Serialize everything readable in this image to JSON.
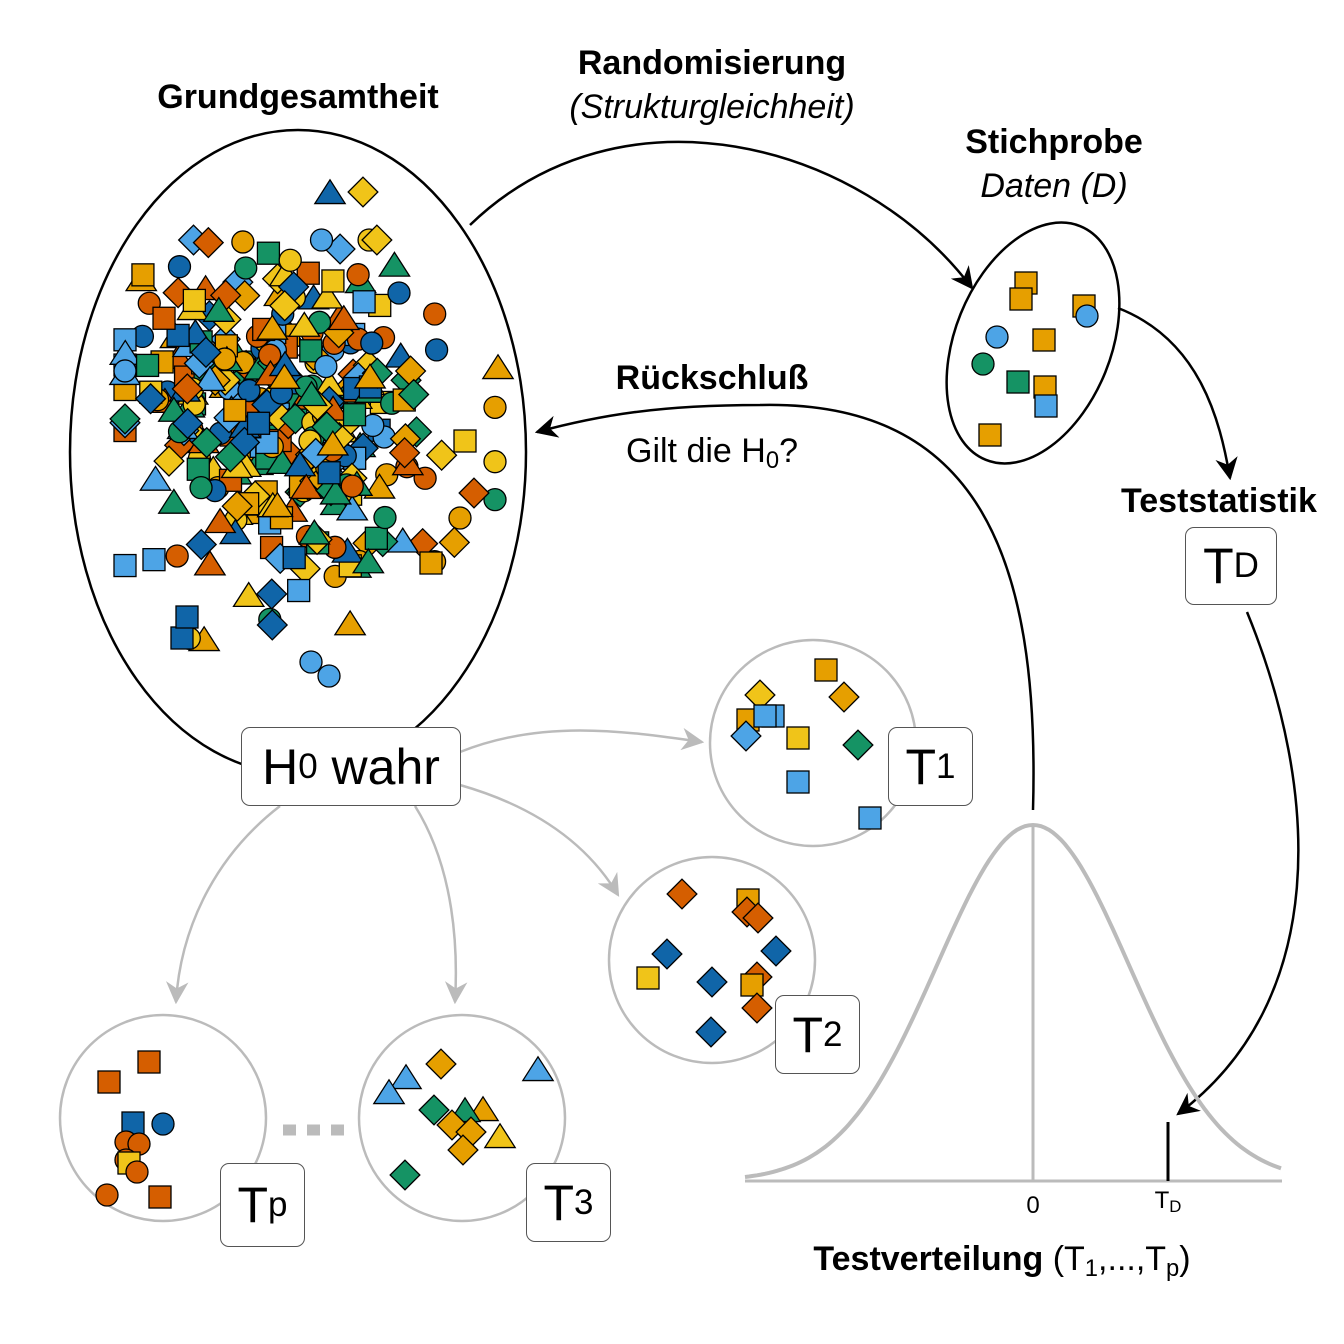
{
  "labels": {
    "population": "Grundgesamtheit",
    "randomization": "Randomisierung",
    "randomization_note": "(Strukturgleichheit)",
    "sample": "Stichprobe",
    "sample_note": "Daten (D)",
    "inference": "Rückschluß",
    "question_prefix": "Gilt die H",
    "question_sub": "0",
    "question_suffix": "?",
    "test_statistic": "Teststatistik",
    "test_distribution": "Testverteilung",
    "axis_zero": "0"
  },
  "boxes": {
    "h0": {
      "main": "H",
      "sub": "0",
      "suffix": " wahr"
    },
    "td": {
      "main": "T",
      "sub": "D"
    },
    "t1": {
      "main": "T",
      "sub": "1"
    },
    "t2": {
      "main": "T",
      "sub": "2"
    },
    "t3": {
      "main": "T",
      "sub": "3"
    },
    "tp": {
      "main": "T",
      "sub": "p"
    }
  },
  "axis_td": {
    "main": "T",
    "sub": "D"
  },
  "distribution_args": {
    "open": "(T",
    "sub1": "1",
    "mid": ",...,T",
    "subp": "p",
    "close": ")"
  },
  "colors": {
    "orange": "#E69F00",
    "yellow": "#F0C419",
    "red": "#D55E00",
    "green": "#159364",
    "darkblue": "#1065A8",
    "lightblue": "#4DA4E6",
    "gray": "#BBBBBB"
  }
}
